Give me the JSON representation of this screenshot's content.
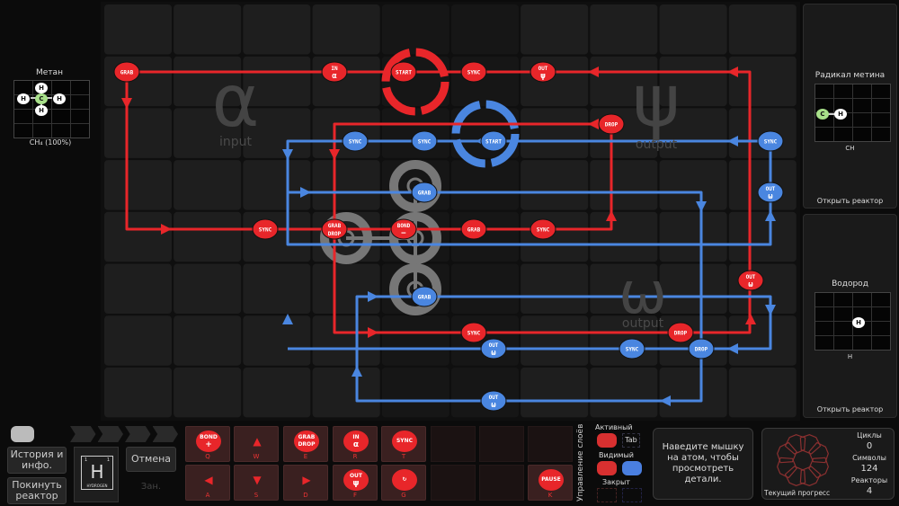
{
  "input": {
    "name": "Метан",
    "formula": "CH₄ (100%)",
    "atoms": [
      "H",
      "H",
      "C",
      "H",
      "H"
    ]
  },
  "outputs": [
    {
      "name": "Радикал метина",
      "formula": "CH",
      "atoms": [
        "C",
        "H"
      ],
      "open_label": "Открыть реактор"
    },
    {
      "name": "Водород",
      "formula": "H",
      "atoms": [
        "H"
      ],
      "open_label": "Открыть реактор"
    }
  ],
  "watermarks": {
    "alpha": "α",
    "alpha_label": "input",
    "psi": "ψ",
    "psi_label": "output",
    "omega": "ω",
    "omega_label": "output"
  },
  "red_instructions": [
    {
      "t": "GRAB",
      "s": ""
    },
    {
      "t": "IN",
      "s": "α"
    },
    {
      "t": "START",
      "s": ""
    },
    {
      "t": "SYNC",
      "s": ""
    },
    {
      "t": "OUT",
      "s": "ψ"
    },
    {
      "t": "DROP",
      "s": ""
    },
    {
      "t": "SYNC",
      "s": ""
    },
    {
      "t": "GRAB",
      "s": "DROP"
    },
    {
      "t": "BOND",
      "s": "−"
    },
    {
      "t": "GRAB",
      "s": ""
    },
    {
      "t": "SYNC",
      "s": ""
    },
    {
      "t": "OUT",
      "s": "ω"
    },
    {
      "t": "SYNC",
      "s": ""
    },
    {
      "t": "DROP",
      "s": ""
    }
  ],
  "blue_instructions": [
    {
      "t": "SYNC",
      "s": ""
    },
    {
      "t": "SYNC",
      "s": ""
    },
    {
      "t": "START",
      "s": ""
    },
    {
      "t": "SYNC",
      "s": ""
    },
    {
      "t": "GRAB",
      "s": ""
    },
    {
      "t": "OUT",
      "s": "ω"
    },
    {
      "t": "GRAB",
      "s": ""
    },
    {
      "t": "OUT",
      "s": "ω"
    },
    {
      "t": "SYNC",
      "s": ""
    },
    {
      "t": "DROP",
      "s": ""
    },
    {
      "t": "OUT",
      "s": "ω"
    }
  ],
  "bottom": {
    "history": "История и инфо.",
    "leave": "Покинуть реактор",
    "undo": "Отмена",
    "busy": "Зан.",
    "element": {
      "symbol": "H",
      "name": "HYDROGEN",
      "num": "1",
      "mass": "1"
    },
    "keys": [
      {
        "t": "BOND",
        "s": "+",
        "k": "Q"
      },
      {
        "t": "▲",
        "s": "",
        "k": "W"
      },
      {
        "t": "GRAB",
        "s": "DROP",
        "k": "E"
      },
      {
        "t": "IN",
        "s": "α",
        "k": "R"
      },
      {
        "t": "SYNC",
        "s": "",
        "k": "T"
      },
      {
        "t": "◀",
        "s": "",
        "k": "A"
      },
      {
        "t": "▼",
        "s": "",
        "k": "S"
      },
      {
        "t": "▶",
        "s": "",
        "k": "D"
      },
      {
        "t": "OUT",
        "s": "ψ",
        "k": "F"
      },
      {
        "t": "↻",
        "s": "",
        "k": "G"
      },
      {
        "t": "PAUSE",
        "s": "",
        "k": "K"
      }
    ],
    "layers": {
      "title": "Управление слоёв",
      "active": "Активный",
      "tab": "Tab",
      "visible": "Видимый",
      "locked": "Закрыт"
    },
    "hint": "Наведите мышку на атом, чтобы просмотреть детали.",
    "stats": {
      "cycles_label": "Циклы",
      "cycles": "0",
      "symbols_label": "Символы",
      "symbols": "124",
      "reactors_label": "Реакторы",
      "reactors": "4",
      "progress": "Текущий прогресс"
    }
  },
  "colors": {
    "red": "#e8262a",
    "blue": "#4a86e0"
  }
}
